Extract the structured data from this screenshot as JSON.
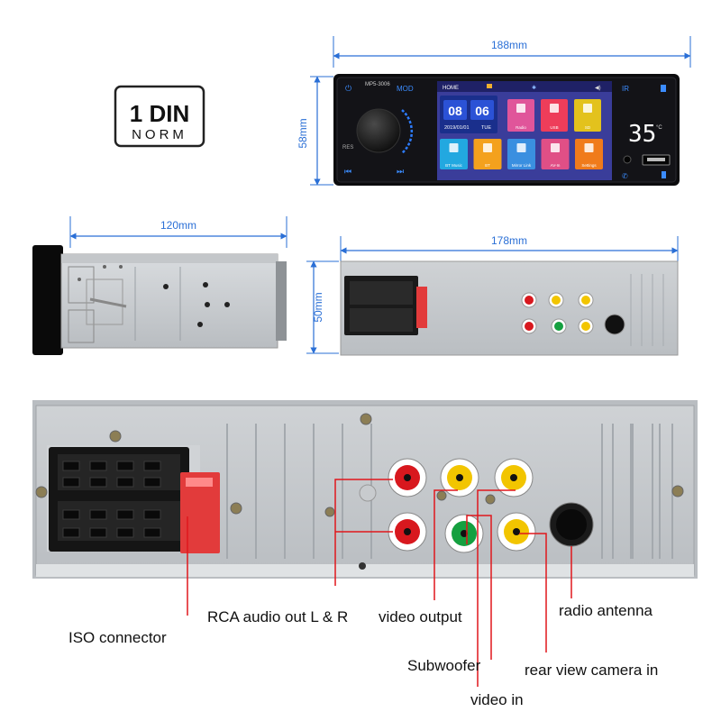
{
  "badge": {
    "line1": "1 DIN",
    "line2": "NORM"
  },
  "dimensions": {
    "front_width": "188mm",
    "front_height": "58mm",
    "side_depth": "120mm",
    "back_width": "178mm",
    "back_height": "50mm"
  },
  "device": {
    "model": "MP5-3006",
    "mode_key": "MOD",
    "reset_key": "RES",
    "ir_label": "IR",
    "home_label": "HOME",
    "clock": {
      "hours": "08",
      "minutes": "06",
      "date": "2019/01/01",
      "weekday": "TUE"
    },
    "apps_top": [
      {
        "label": "Radio",
        "color": "#e0559a"
      },
      {
        "label": "USB",
        "color": "#ee3d5a"
      },
      {
        "label": "SD",
        "color": "#e3c21d"
      }
    ],
    "apps_bottom": [
      {
        "label": "BT Music",
        "color": "#22a8e0"
      },
      {
        "label": "BT",
        "color": "#f4a11d"
      },
      {
        "label": "Mirror Link",
        "color": "#3a8fe0"
      },
      {
        "label": "AV-In",
        "color": "#e04f86"
      },
      {
        "label": "Settings",
        "color": "#f07b1b"
      }
    ],
    "temperature": "35",
    "temperature_unit": "°C"
  },
  "callouts": {
    "iso": "ISO connector",
    "rca": "RCA audio out L & R",
    "video_output": "video output",
    "subwoofer": "Subwoofer",
    "video_in": "video in",
    "radio_antenna": "radio antenna",
    "rear_camera": "rear view camera in"
  },
  "colors": {
    "dimension": "#2a6fd6",
    "callout_line": "#e0171c",
    "rca_red": "#d8181e",
    "rca_yellow": "#f2c500",
    "rca_green": "#15a040",
    "iso_fuse": "#e23b3b"
  }
}
